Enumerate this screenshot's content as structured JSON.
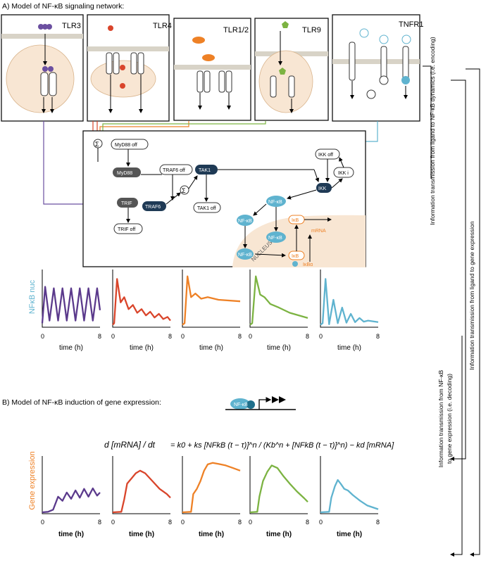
{
  "section_a_title": "A) Model of NF-κB signaling network:",
  "section_b_title": "B) Model of NF-κB induction of gene expression:",
  "receptors": [
    "TLR3",
    "TLR4",
    "TLR1/2",
    "TLR9",
    "TNFR1"
  ],
  "receptor_colors": [
    "#5b3a8c",
    "#d9452b",
    "#ee8126",
    "#7cb342",
    "#5fb3cf"
  ],
  "network": {
    "myd88_off": "MyD88 off",
    "myd88": "MyD88",
    "traf6_off": "TRAF6 off",
    "traf6": "TRAF6",
    "trif": "TRIF",
    "trif_off": "TRIF off",
    "tak1": "TAK1",
    "tak1_off": "TAK1 off",
    "ikk_off": "IKK off",
    "ikk_i": "IKK i",
    "ikk": "IKK",
    "nfkb": "NF-κB",
    "ikb": "IκB",
    "mrna": "mRNA",
    "nucleus": "NUCLEUS",
    "ikba": "IκBα",
    "sum_symbol": "Σ"
  },
  "ylabel_top": "NFκB nuc",
  "ylabel_bottom": "Gene expression",
  "xlabel": "time (h)",
  "x_ticks": [
    "0",
    "8"
  ],
  "promoter_label": "NF-κB",
  "equation": {
    "lhs": "d [mRNA] / dt",
    "rhs": "= k0 + ks [NFkB (t − τ)]^n / (Kb^n + [NFkB (t − τ)]^n) − kd [mRNA]"
  },
  "side_labels": {
    "encoding": "Information transmission from ligand to NF-κB dynamics (i.e. encoding)",
    "decoding_line1": "Information transmission from NF-κB",
    "decoding_line2": "to gene expression (i.e. decoding)",
    "full": "Information transmission from ligand to gene expression"
  },
  "chart_data": [
    {
      "type": "line",
      "name": "TLR3 NFkB",
      "x": [
        0,
        0.4,
        1,
        1.6,
        2.2,
        2.8,
        3.4,
        4,
        4.6,
        5.2,
        5.8,
        6.4,
        7,
        7.6,
        8
      ],
      "values": [
        0.05,
        0.75,
        0.1,
        0.72,
        0.1,
        0.72,
        0.1,
        0.72,
        0.1,
        0.72,
        0.1,
        0.72,
        0.1,
        0.72,
        0.3
      ]
    },
    {
      "type": "line",
      "name": "TLR4 NFkB",
      "x": [
        0,
        0.2,
        0.6,
        1.1,
        1.6,
        2.2,
        2.8,
        3.4,
        4,
        4.6,
        5.2,
        5.8,
        6.4,
        7,
        7.6,
        8
      ],
      "values": [
        0.02,
        0.05,
        0.9,
        0.45,
        0.55,
        0.32,
        0.4,
        0.25,
        0.32,
        0.2,
        0.27,
        0.16,
        0.23,
        0.13,
        0.17,
        0.1
      ]
    },
    {
      "type": "line",
      "name": "TLR1/2 NFkB",
      "x": [
        0,
        0.3,
        0.7,
        1.2,
        1.8,
        2.6,
        3.5,
        5,
        8
      ],
      "values": [
        0.02,
        0.05,
        0.95,
        0.55,
        0.62,
        0.52,
        0.55,
        0.5,
        0.47
      ]
    },
    {
      "type": "line",
      "name": "TLR9 NFkB",
      "x": [
        0,
        0.3,
        0.8,
        1.4,
        2,
        2.8,
        4,
        5.5,
        8
      ],
      "values": [
        0.02,
        0.05,
        0.95,
        0.6,
        0.55,
        0.42,
        0.35,
        0.25,
        0.15
      ]
    },
    {
      "type": "line",
      "name": "TNFR1 NFkB",
      "x": [
        0,
        0.3,
        0.7,
        1.2,
        1.8,
        2.4,
        3,
        3.6,
        4.2,
        4.8,
        5.4,
        6,
        6.6,
        8
      ],
      "values": [
        0.02,
        0.05,
        0.9,
        0.03,
        0.5,
        0.05,
        0.35,
        0.06,
        0.23,
        0.07,
        0.15,
        0.08,
        0.1,
        0.07
      ]
    },
    {
      "type": "line",
      "name": "TLR3 gene",
      "x": [
        0,
        0.8,
        1.5,
        2.2,
        2.8,
        3.4,
        4,
        4.6,
        5.2,
        5.8,
        6.4,
        7,
        7.6,
        8
      ],
      "values": [
        0,
        0.01,
        0.05,
        0.3,
        0.22,
        0.38,
        0.26,
        0.42,
        0.28,
        0.45,
        0.3,
        0.46,
        0.32,
        0.38
      ]
    },
    {
      "type": "line",
      "name": "TLR4 gene",
      "x": [
        0,
        1.2,
        1.6,
        2,
        2.6,
        3.2,
        3.8,
        4.5,
        5.5,
        6.5,
        7.5,
        8
      ],
      "values": [
        0,
        0.01,
        0.25,
        0.55,
        0.65,
        0.75,
        0.8,
        0.75,
        0.6,
        0.45,
        0.35,
        0.28
      ]
    },
    {
      "type": "line",
      "name": "TLR1/2 gene",
      "x": [
        0,
        1.2,
        1.5,
        2,
        2.5,
        3,
        3.5,
        4.2,
        5,
        6,
        7,
        8
      ],
      "values": [
        0,
        0.01,
        0.35,
        0.45,
        0.6,
        0.8,
        0.92,
        0.95,
        0.93,
        0.9,
        0.85,
        0.8
      ]
    },
    {
      "type": "line",
      "name": "TLR9 gene",
      "x": [
        0,
        1,
        1.3,
        1.8,
        2.4,
        3,
        3.8,
        4.6,
        5.5,
        6.5,
        7.5,
        8
      ],
      "values": [
        0,
        0.01,
        0.3,
        0.6,
        0.78,
        0.9,
        0.85,
        0.7,
        0.55,
        0.4,
        0.27,
        0.2
      ]
    },
    {
      "type": "line",
      "name": "TNFR1 gene",
      "x": [
        0,
        1.2,
        1.5,
        2,
        2.4,
        2.8,
        3.3,
        3.8,
        4.5,
        5.5,
        6.5,
        8
      ],
      "values": [
        0,
        0.01,
        0.28,
        0.5,
        0.62,
        0.55,
        0.45,
        0.42,
        0.33,
        0.22,
        0.13,
        0.06
      ]
    }
  ]
}
